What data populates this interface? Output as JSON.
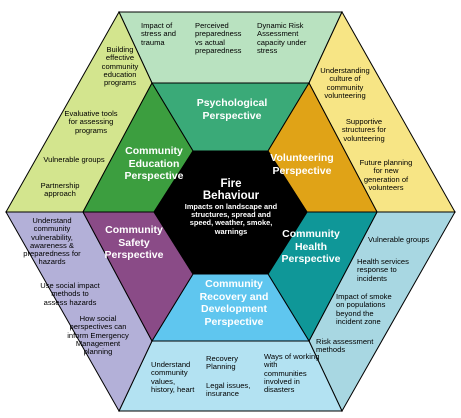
{
  "core": {
    "title": "Fire Behaviour",
    "text": "Impacts on landscape and structures, spread and speed, weather, smoke, warnings"
  },
  "inner": {
    "psychological": "Psychological Perspective",
    "volunteering": "Volunteering Perspective",
    "community_health": "Community Health Perspective",
    "recovery": "Community Recovery and Development Perspective",
    "safety": "Community Safety Perspective",
    "education": "Community Education Perspective"
  },
  "outer": {
    "top": {
      "item1": "Impact of stress and trauma",
      "item2": "Perceived preparedness vs actual preparedness",
      "item3": "Dynamic Risk Assessment capacity under stress"
    },
    "upper_right": {
      "item1": "Understanding culture of community volunteering",
      "item2": "Supportive structures for volunteering",
      "item3": "Future planning for new generation of volunteers"
    },
    "lower_right": {
      "item1": "Vulnerable groups",
      "item2": "Health services response to incidents",
      "item3": "Impact of smoke on populations beyond the incident zone",
      "item4": "Risk assessment methods"
    },
    "bottom": {
      "item1": "Understand community values, history, heart",
      "item2": "Recovery Planning",
      "item3": "Legal issues, insurance",
      "item4": "Ways of working with communities involved in disasters"
    },
    "lower_left": {
      "item1": "Understand community vulnerability, awareness & preparedness for hazards",
      "item2": "Use social impact methods to assess hazards",
      "item3": "How social perspectives can inform Emergency Management planning"
    },
    "upper_left": {
      "item1": "Building effective community education programs",
      "item2": "Evaluative tools for assessing programs",
      "item3": "Vulnerable groups",
      "item4": "Partnership approach"
    }
  },
  "colors": {
    "outer_top": "#b9e2c0",
    "outer_upper_right": "#f7e585",
    "outer_lower_right": "#a8d7e2",
    "outer_bottom": "#b3e2f2",
    "outer_lower_left": "#b3b0d8",
    "outer_upper_left": "#d3e58e",
    "inner_psychological": "#3aaa78",
    "inner_volunteering": "#e0a317",
    "inner_health": "#0f9798",
    "inner_recovery": "#5fc6ef",
    "inner_safety": "#8a4b87",
    "inner_education": "#3c9e3f",
    "core": "#000000"
  }
}
